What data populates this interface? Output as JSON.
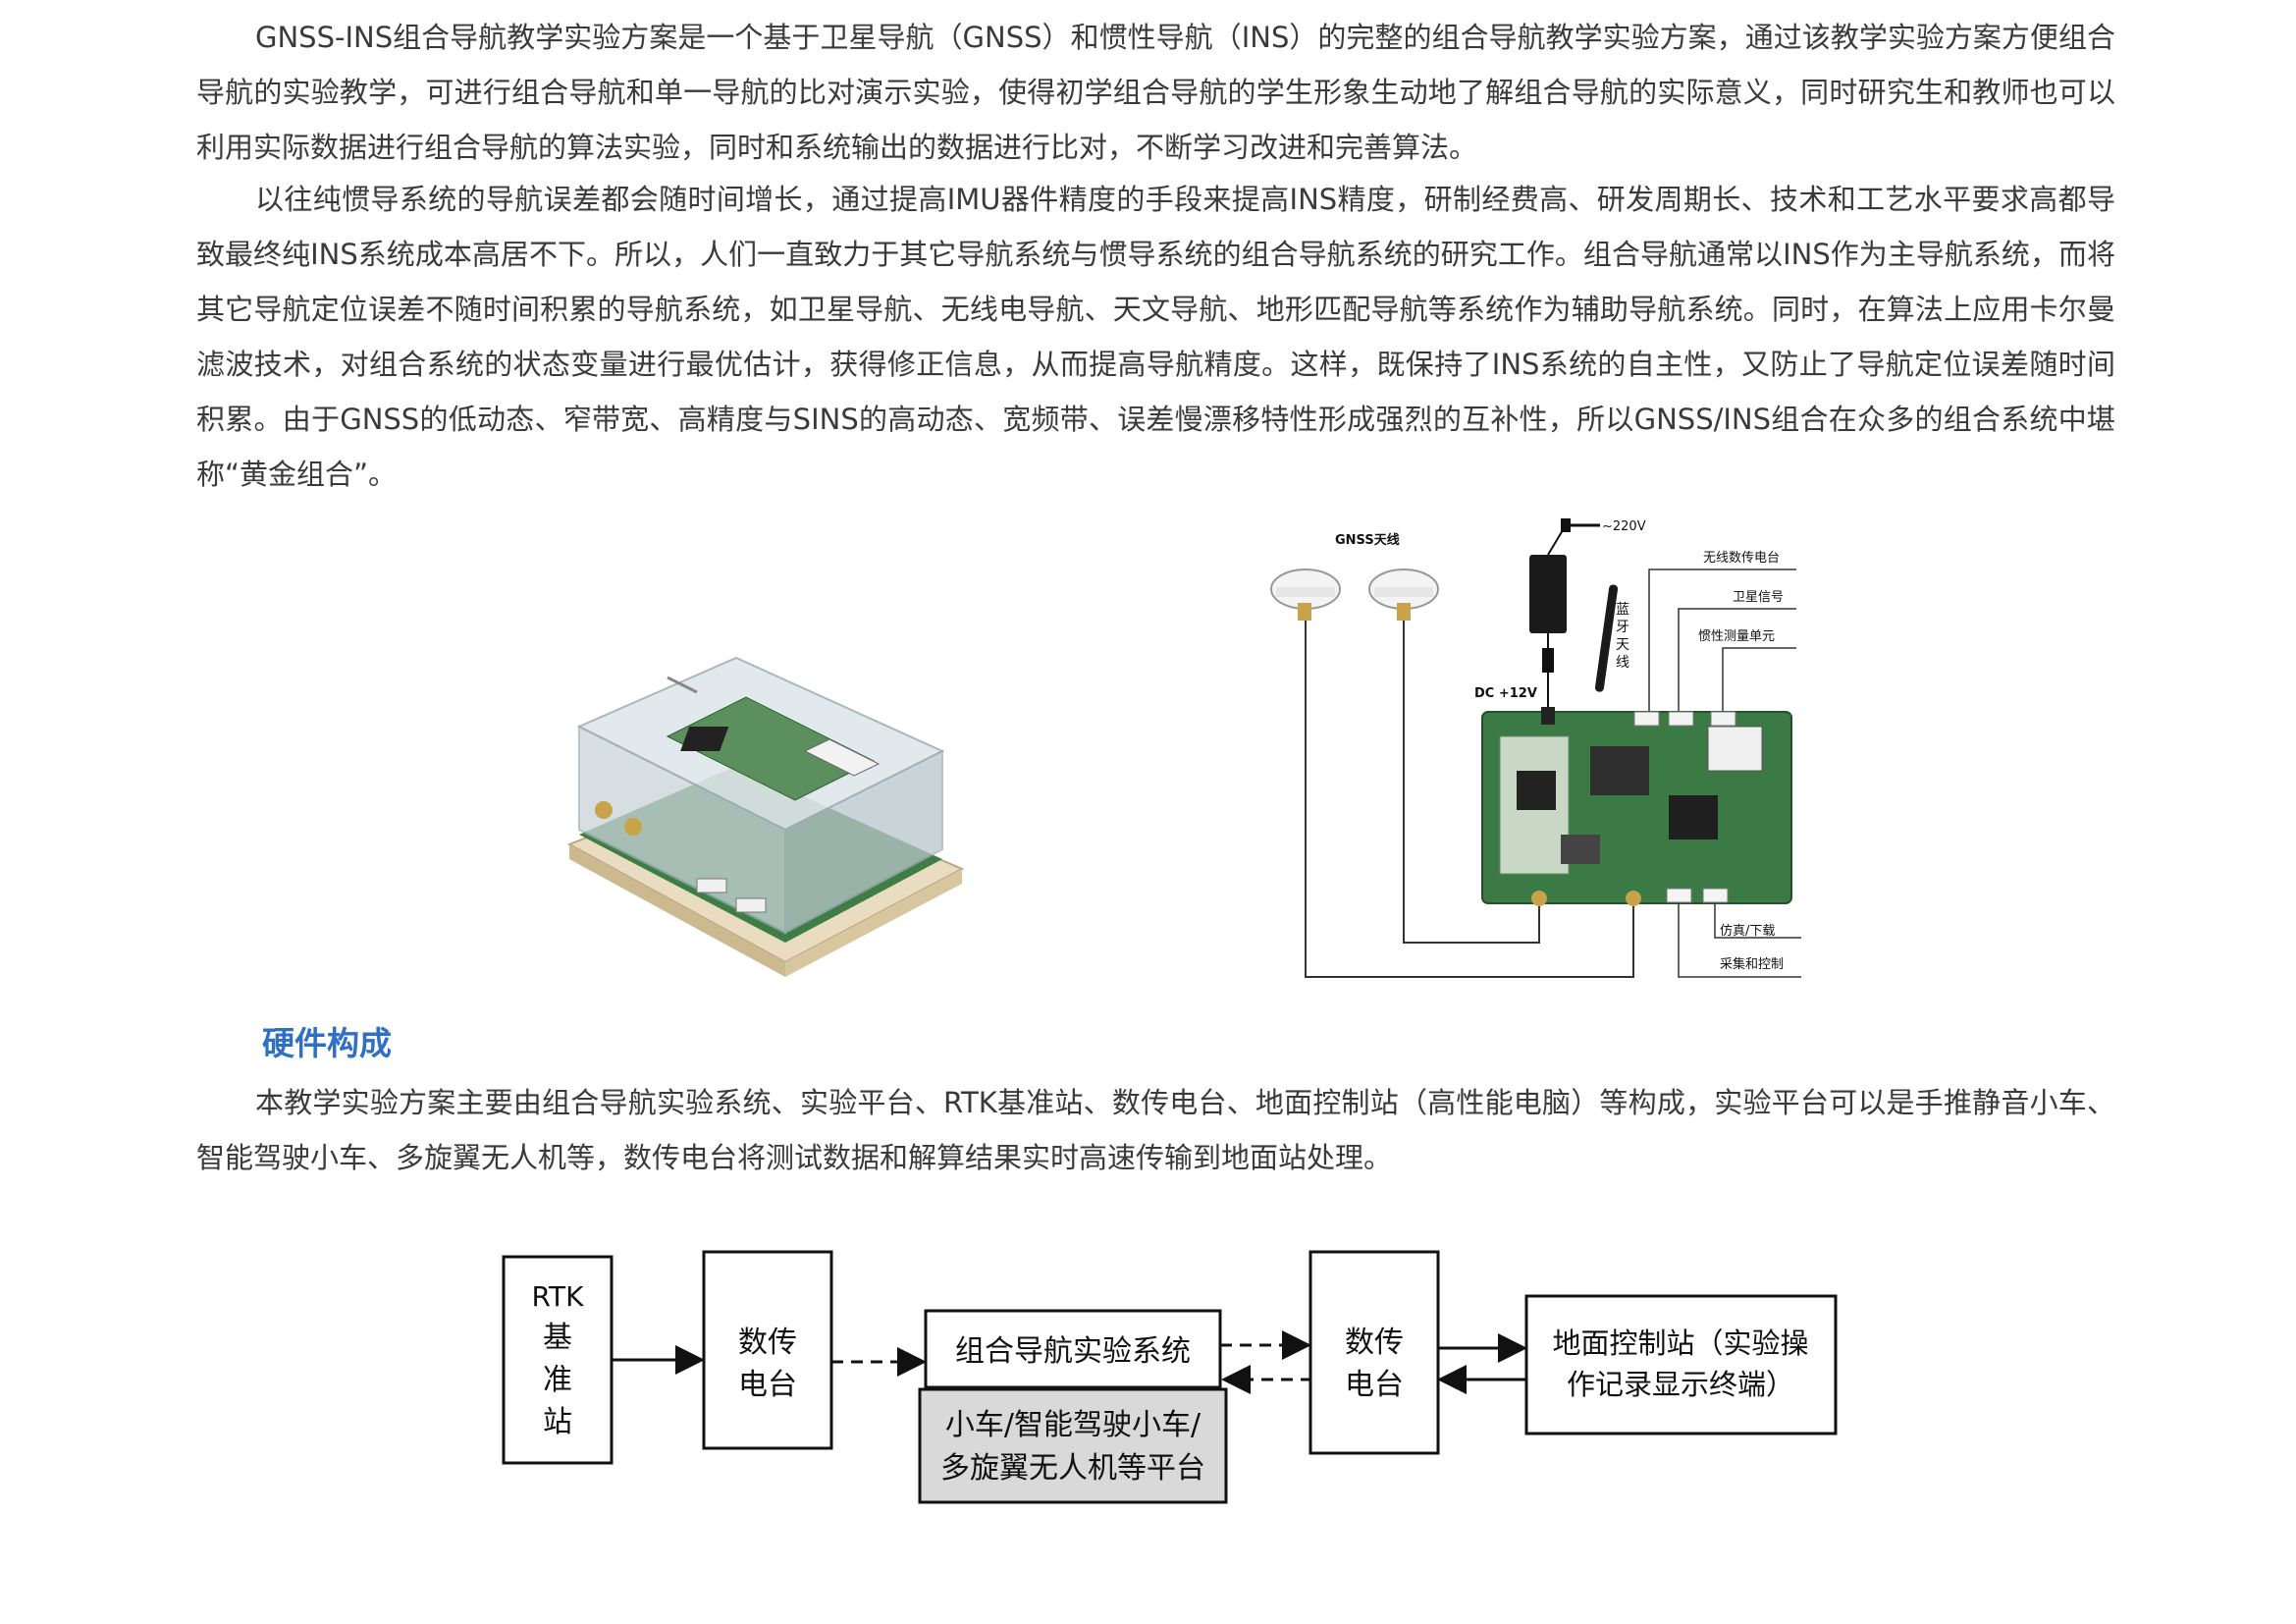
{
  "paragraphs": {
    "intro": "GNSS-INS组合导航教学实验方案是一个基于卫星导航（GNSS）和惯性导航（INS）的完整的组合导航教学实验方案，通过该教学实验方案方便组合导航的实验教学，可进行组合导航和单一导航的比对演示实验，使得初学组合导航的学生形象生动地了解组合导航的实际意义，同时研究生和教师也可以利用实际数据进行组合导航的算法实验，同时和系统输出的数据进行比对，不断学习改进和完善算法。",
    "background": "以往纯惯导系统的导航误差都会随时间增长，通过提高IMU器件精度的手段来提高INS精度，研制经费高、研发周期长、技术和工艺水平要求高都导致最终纯INS系统成本高居不下。所以，人们一直致力于其它导航系统与惯导系统的组合导航系统的研究工作。组合导航通常以INS作为主导航系统，而将其它导航定位误差不随时间积累的导航系统，如卫星导航、无线电导航、天文导航、地形匹配导航等系统作为辅助导航系统。同时，在算法上应用卡尔曼滤波技术，对组合系统的状态变量进行最优估计，获得修正信息，从而提高导航精度。这样，既保持了INS系统的自主性，又防止了导航定位误差随时间积累。由于GNSS的低动态、窄带宽、高精度与SINS的高动态、宽频带、误差慢漂移特性形成强烈的互补性，所以GNSS/INS组合在众多的组合系统中堪称“黄金组合”。",
    "hardware": "本教学实验方案主要由组合导航实验系统、实验平台、RTK基准站、数传电台、地面控制站（高性能电脑）等构成，实验平台可以是手推静音小车、智能驾驶小车、多旋翼无人机等，数传电台将测试数据和解算结果实时高速传输到地面站处理。"
  },
  "heading": "硬件构成",
  "wiring": {
    "gnss_antenna": "GNSS天线",
    "power": "~220V",
    "dc": "DC +12V",
    "bluetooth": [
      "蓝",
      "牙",
      "天",
      "线"
    ],
    "radio": "无线数传电台",
    "satellite": "卫星信号",
    "imu": "惯性测量单元",
    "sim_download": "仿真/下载",
    "acq_control": "采集和控制"
  },
  "block_diagram": {
    "rtk": [
      "RTK",
      "基",
      "准",
      "站"
    ],
    "radio_left": [
      "数传",
      "电台"
    ],
    "system": "组合导航实验系统",
    "platform": [
      "小车/智能驾驶小车/",
      "多旋翼无人机等平台"
    ],
    "radio_right": [
      "数传",
      "电台"
    ],
    "ground": [
      "地面控制站（实验操",
      "作记录显示终端）"
    ]
  },
  "colors": {
    "heading": "#2f6fc4",
    "platform_fill": "#d9d9d9"
  }
}
